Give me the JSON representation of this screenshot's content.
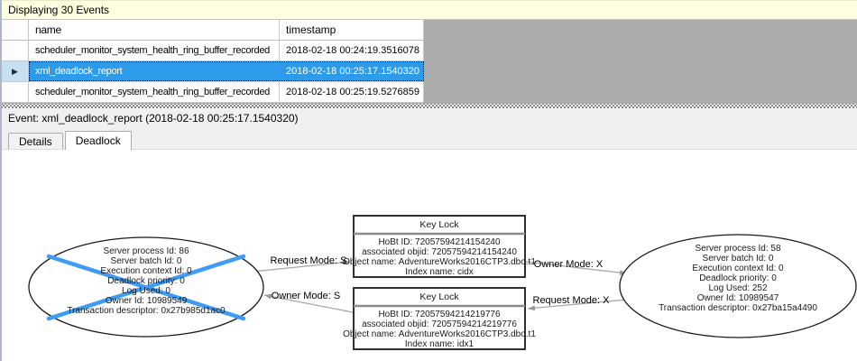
{
  "window": {
    "info_bar": "Displaying 30 Events"
  },
  "events_table": {
    "columns": {
      "name": "name",
      "timestamp": "timestamp"
    },
    "rows": [
      {
        "name": "scheduler_monitor_system_health_ring_buffer_recorded",
        "timestamp": "2018-02-18 00:24:19.3516078"
      },
      {
        "name": "xml_deadlock_report",
        "timestamp": "2018-02-18 00:25:17.1540320"
      },
      {
        "name": "scheduler_monitor_system_health_ring_buffer_recorded",
        "timestamp": "2018-02-18 00:25:19.5276859"
      }
    ],
    "selected_row_index": 1,
    "current_row_marker": "▶"
  },
  "event_bar": {
    "label": "Event: xml_deadlock_report (2018-02-18 00:25:17.1540320)"
  },
  "tabs": {
    "details": "Details",
    "deadlock": "Deadlock",
    "active": "Deadlock"
  },
  "graph": {
    "victim_process": {
      "lines": [
        "Server process Id: 86",
        "Server batch Id: 0",
        "Execution context Id: 0",
        "Deadlock priority: 0",
        "Log Used: 0",
        "Owner Id: 10989549",
        "Transaction descriptor: 0x27b985d1ac0"
      ]
    },
    "other_process": {
      "lines": [
        "Server process Id: 58",
        "Server batch Id: 0",
        "Execution context Id: 0",
        "Deadlock priority: 0",
        "Log Used: 252",
        "Owner Id: 10989547",
        "Transaction descriptor: 0x27ba15a4490"
      ]
    },
    "lock_top": {
      "title": "Key Lock",
      "lines": [
        "HoBt ID: 72057594214154240",
        "associated objid: 72057594214154240",
        "Object name: AdventureWorks2016CTP3.dbo.t1",
        "Index name: cidx"
      ]
    },
    "lock_bottom": {
      "title": "Key Lock",
      "lines": [
        "HoBt ID: 72057594214219776",
        "associated objid: 72057594214219776",
        "Object name: AdventureWorks2016CTP3.dbo.t1",
        "Index name: idx1"
      ]
    },
    "edges": {
      "request_s": "Request Mode: S",
      "owner_s": "Owner Mode: S",
      "owner_x": "Owner Mode: X",
      "request_x": "Request Mode: X"
    }
  },
  "colors": {
    "selection_blue": "#2e9aea",
    "victim_cross_blue": "#3e9cf5",
    "info_bar_yellow": "#ffffe1",
    "panel_gray": "#ababab"
  }
}
